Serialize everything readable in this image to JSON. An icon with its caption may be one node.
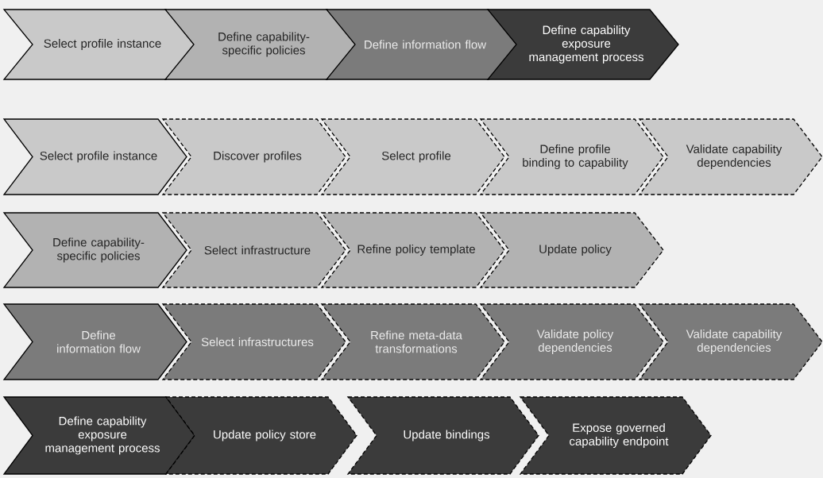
{
  "diagram": {
    "nodes": [
      {
        "text": [
          "Select profile instance"
        ]
      },
      {
        "text": [
          "Define capability-specific policies"
        ]
      },
      {
        "text": [
          "Define information flow"
        ]
      },
      {
        "text": [
          "Define capability exposure management process"
        ]
      },
      {
        "text": [
          "Select profile instance"
        ]
      },
      {
        "text": [
          "Discover profiles"
        ]
      },
      {
        "text": [
          "Select profile"
        ]
      },
      {
        "text": [
          "Define profile binding to capability"
        ]
      },
      {
        "text": [
          "Validate capability dependencies"
        ]
      },
      {
        "text": [
          "Define capability-specific policies"
        ]
      },
      {
        "text": [
          "Select infrastructure"
        ]
      },
      {
        "text": [
          "Refine policy template"
        ]
      },
      {
        "text": [
          "Update policy"
        ]
      },
      {
        "text": [
          "Define information flow"
        ]
      },
      {
        "text": [
          "Select infrastructures"
        ]
      },
      {
        "text": [
          "Refine meta-data transformations"
        ]
      },
      {
        "text": [
          "Validate policy dependencies"
        ]
      },
      {
        "text": [
          "Validate capability dependencies"
        ]
      },
      {
        "text": [
          "Define capability exposure management process"
        ]
      },
      {
        "text": [
          "Update policy store"
        ]
      },
      {
        "text": [
          "Update bindings"
        ]
      },
      {
        "text": [
          "Expose governed capability endpoint"
        ]
      }
    ]
  }
}
